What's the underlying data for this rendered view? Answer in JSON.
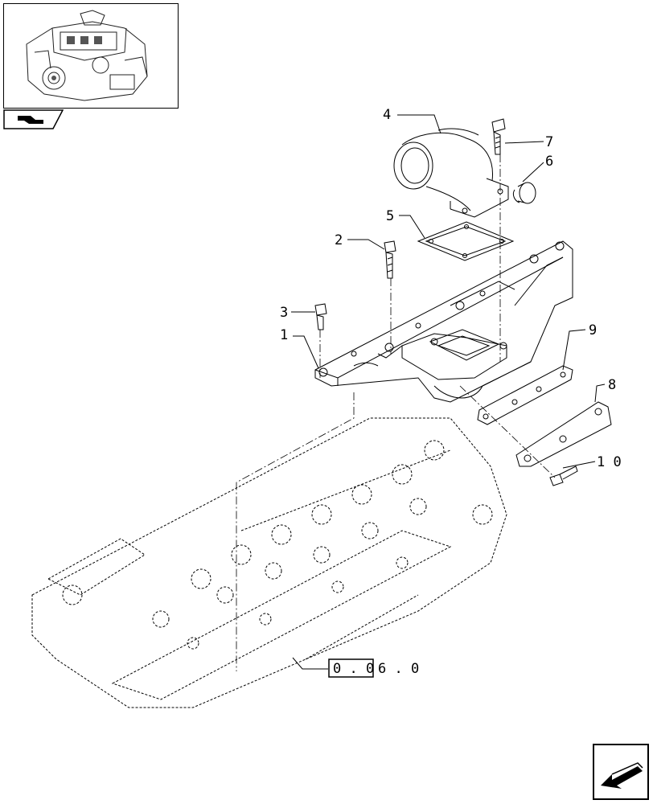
{
  "callouts": {
    "c1": "1",
    "c2": "2",
    "c3": "3",
    "c4": "4",
    "c5": "5",
    "c6": "6",
    "c7": "7",
    "c8": "8",
    "c9": "9",
    "c10": "1 0"
  },
  "reference": {
    "boxed": "0 . 0",
    "rest": "6 . 0"
  }
}
